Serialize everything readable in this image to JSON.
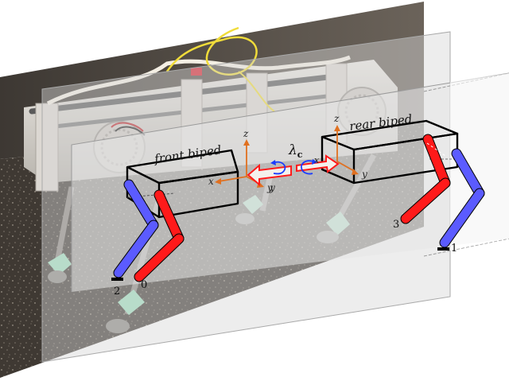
{
  "figure": {
    "description": "Quadruped robot decomposed into a front biped and a rear biped on parallel planes, connected by a coupling constraint",
    "labels": {
      "front_biped": "front biped",
      "rear_biped": "rear biped",
      "coupling": "λ",
      "coupling_subscript": "c"
    },
    "front_frame": {
      "x": "x",
      "y": "y",
      "z": "z"
    },
    "rear_frame": {
      "x": "x",
      "y": "y",
      "z": "z"
    },
    "coupling_frame": {
      "left_y": "y",
      "right_x": "x"
    },
    "legs": [
      {
        "id": "0",
        "biped": "front",
        "color": "#ff1a1a"
      },
      {
        "id": "1",
        "biped": "rear",
        "color": "#5b5bff"
      },
      {
        "id": "2",
        "biped": "front",
        "color": "#5b5bff"
      },
      {
        "id": "3",
        "biped": "rear",
        "color": "#ff1a1a"
      }
    ],
    "colors": {
      "frame_axes": "#e07020",
      "stance_leg_red": "#ff1a1a",
      "swing_leg_blue": "#5b5bff",
      "coupling_arrow": "#ff1a1a",
      "rotation_arrow": "#1a3cff",
      "box_outline": "#000000",
      "wall": "#5e564f",
      "floor": "#4a443d",
      "foot_green": "#9fe0c0"
    }
  }
}
